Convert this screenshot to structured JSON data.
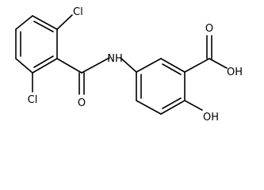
{
  "molecule": {
    "labels": {
      "cl_top": "Cl",
      "cl_bottom": "Cl",
      "nh": "NH",
      "carbonyl_o": "O",
      "acid_o": "O",
      "acid_oh": "OH",
      "phenol_oh": "OH"
    }
  }
}
